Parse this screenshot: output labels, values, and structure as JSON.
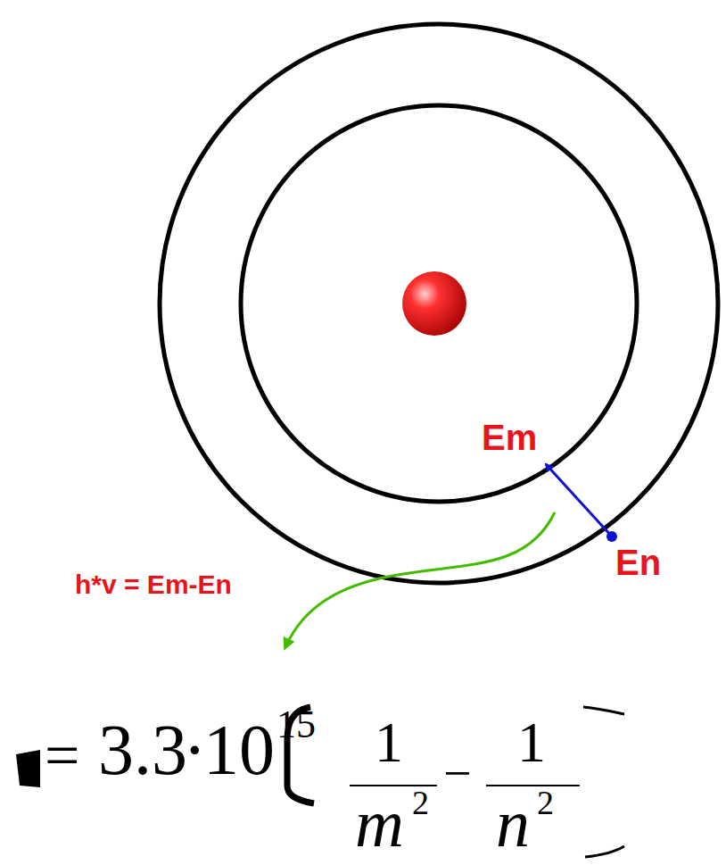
{
  "diagram": {
    "labels": [
      "Em",
      "En",
      "h*v = Em-En",
      "=",
      "3.3",
      "·",
      "10",
      "15",
      "1",
      "m",
      "2",
      "−",
      "1",
      "n",
      "2"
    ]
  }
}
